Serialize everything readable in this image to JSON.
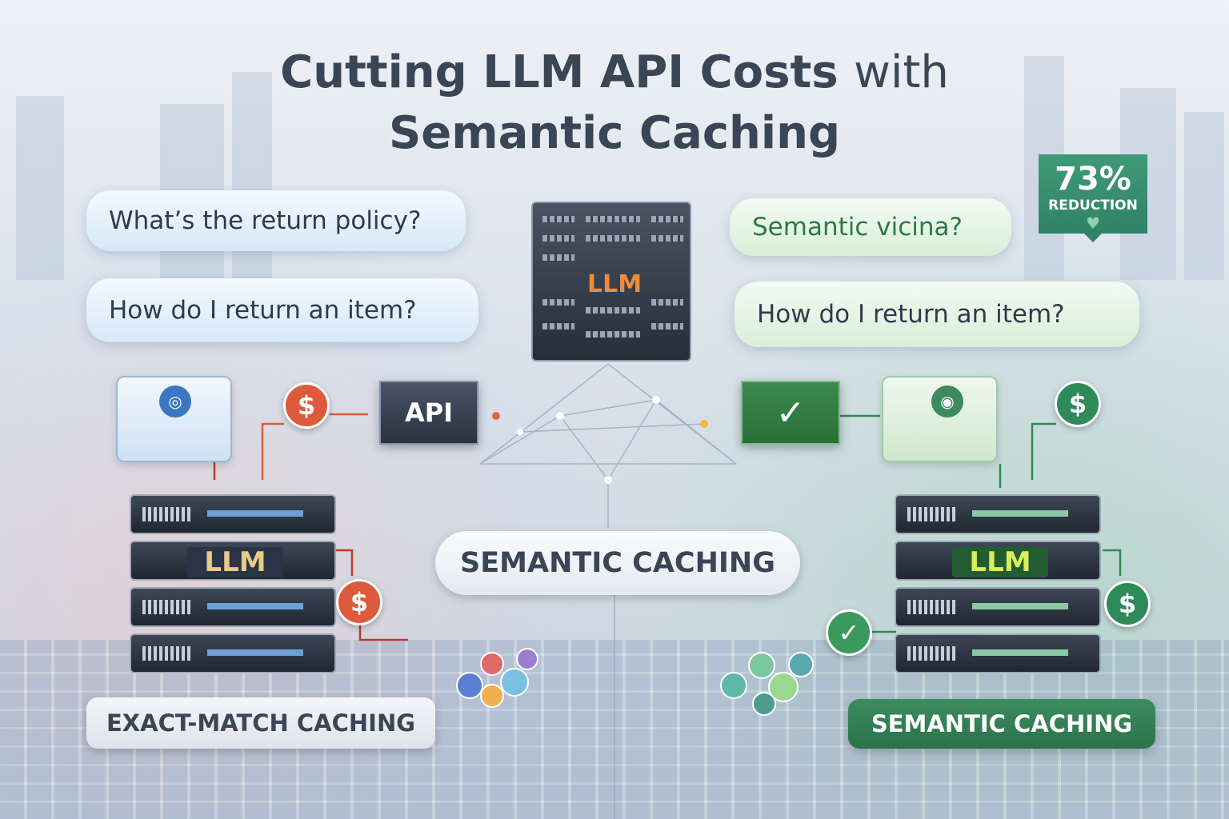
{
  "title": {
    "line1_bold": "Cutting LLM API Costs",
    "line1_thin": "with",
    "line2": "Semantic Caching"
  },
  "left_bubbles": [
    "What’s the return policy?",
    "How do I return an item?"
  ],
  "right_bubbles": [
    "Semantic vicina?",
    "How do I return an item?"
  ],
  "badge": {
    "percent": "73%",
    "label": "REDUCTION"
  },
  "center_server": {
    "label": "LLM"
  },
  "api_box": {
    "label": "API"
  },
  "center_label": "SEMANTIC CACHING",
  "left_stack": {
    "llm": "LLM",
    "label": "EXACT-MATCH CACHING"
  },
  "right_stack": {
    "llm": "LLM",
    "label": "SEMANTIC CACHING"
  },
  "dollar_symbol": "$",
  "check_symbol": "✓",
  "colors": {
    "cost": "#de5a3c",
    "saving": "#2f8a5a",
    "dark": "#3a4556"
  }
}
